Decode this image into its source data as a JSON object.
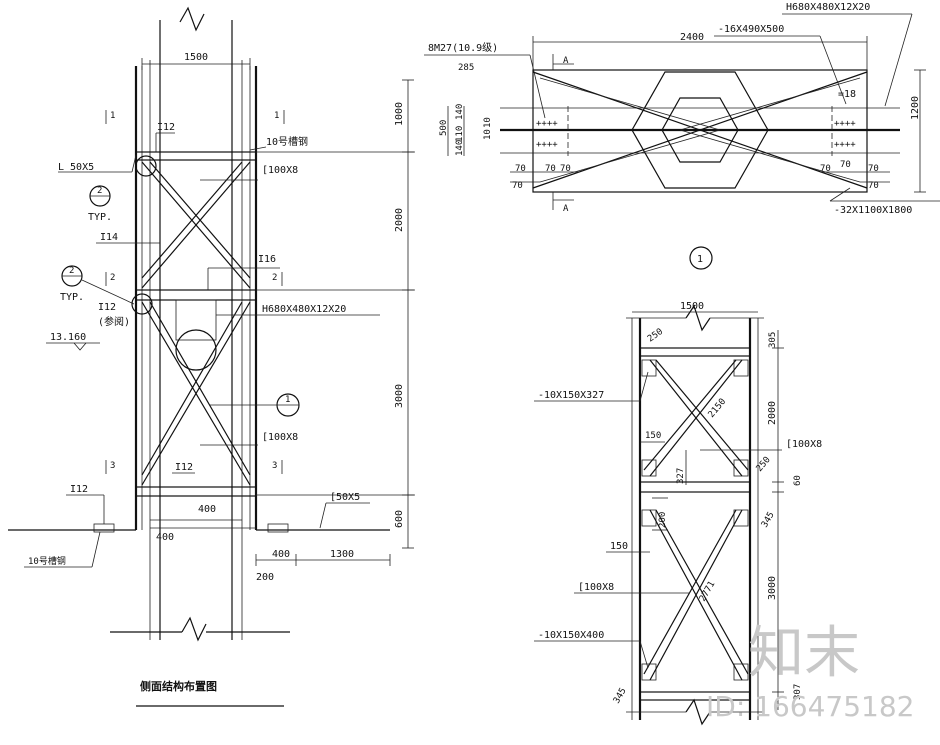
{
  "side_view": {
    "title": "侧面结构布置图",
    "width_dim": "1500",
    "dims_right": [
      "1000",
      "2000",
      "3000",
      "600"
    ],
    "dims_bottom": [
      "400",
      "400",
      "1300",
      "200",
      "400"
    ],
    "labels": {
      "l50x5": "L 50X5",
      "typ1": "TYP.",
      "typ2": "TYP.",
      "i14": "I14",
      "i12_top": "I12",
      "i12_mid": "I12",
      "i12_low": "I12",
      "i12_base": "I12",
      "ch10_top": "10号槽钢",
      "ch10_base": "10号槽钢",
      "c100x8_top": "[100X8",
      "c100x8_mid": "[100X8",
      "i16": "I16",
      "h680": "H680X480X12X20",
      "ref": "(参阅)",
      "elev": "13.160",
      "c50x5": "[50X5",
      "sec1a": "1",
      "sec1b": "1",
      "sec2a": "2",
      "sec2b": "2",
      "sec3a": "3",
      "sec3b": "3",
      "circ1": "1",
      "circ2a": "2",
      "circ2b": "2"
    }
  },
  "plan_view": {
    "dim_top": "2400",
    "bolt": "8M27(10.9级)",
    "bolt_sub": "285",
    "plate_top": "-16X490X500",
    "h680": "H680X480X12X20",
    "t18": "=18",
    "height_dim": "1200",
    "dims_left": [
      "500",
      "140",
      "110",
      "140",
      "10",
      "10"
    ],
    "dims_70": [
      "70",
      "70",
      "70",
      "70",
      "70",
      "70",
      "70",
      "70"
    ],
    "plate_bot": "-32X1100X1800",
    "sec_a1": "A",
    "sec_a2": "A",
    "circle_label": "1"
  },
  "detail_view": {
    "width_dim": "1500",
    "dims_right": [
      "305",
      "2000",
      "60",
      "3000",
      "307"
    ],
    "labels": {
      "plate_327": "-10X150X327",
      "plate_400": "-10X150X400",
      "d250_top": "250",
      "d2150": "2150",
      "d150a": "150",
      "d327": "327",
      "d250b": "250",
      "c100x8a": "[100X8",
      "d200": "200",
      "d345a": "345",
      "d150b": "150",
      "c100x8b": "[100X8",
      "d2771": "2771",
      "d345b": "345"
    }
  },
  "watermark": {
    "brand": "知末",
    "id": "ID: 166475182"
  }
}
